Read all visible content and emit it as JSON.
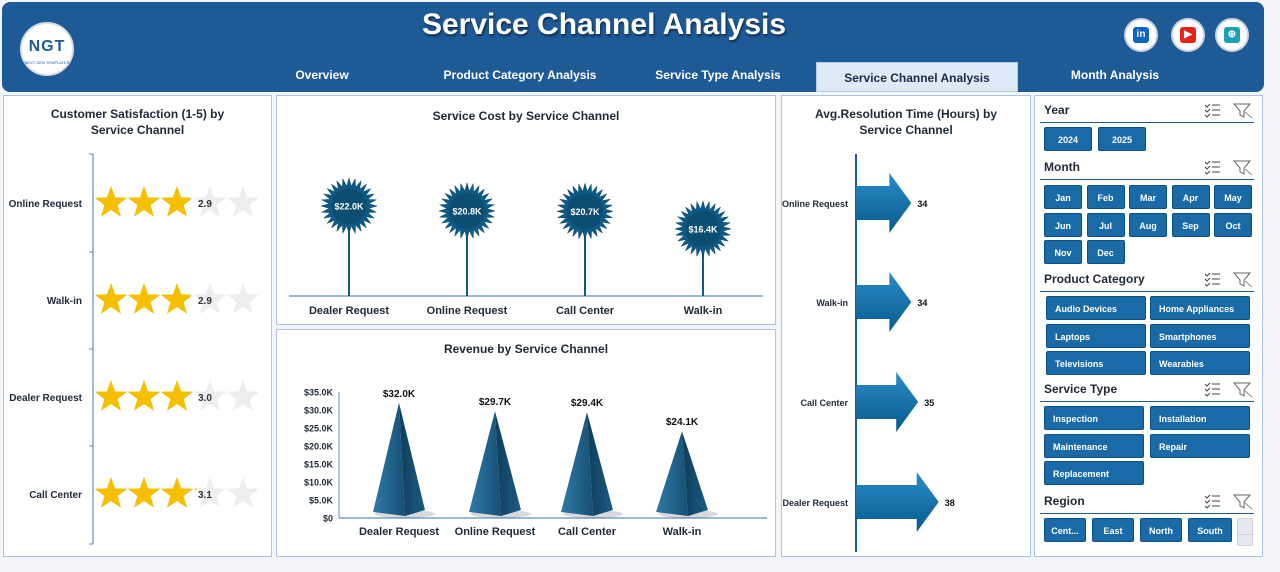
{
  "header": {
    "title": "Service Channel Analysis",
    "logo_text": "NGT",
    "logo_subtext": "NEXT GEN TEMPLATES",
    "social": [
      {
        "name": "linkedin-icon",
        "glyph": "in",
        "color": "#0a66c2"
      },
      {
        "name": "youtube-icon",
        "glyph": "▶",
        "color": "#e62117"
      },
      {
        "name": "web-icon",
        "glyph": "⊕",
        "color": "#1aa1b8"
      }
    ],
    "tabs": [
      "Overview",
      "Product Category Analysis",
      "Service Type Analysis",
      "Service Channel Analysis",
      "Month Analysis"
    ],
    "active_tab": "Service Channel Analysis"
  },
  "slicers": {
    "year": {
      "title": "Year",
      "options": [
        "2024",
        "2025"
      ]
    },
    "month": {
      "title": "Month",
      "options": [
        "Jan",
        "Feb",
        "Mar",
        "Apr",
        "May",
        "Jun",
        "Jul",
        "Aug",
        "Sep",
        "Oct",
        "Nov",
        "Dec"
      ]
    },
    "product_category": {
      "title": "Product Category",
      "options": [
        "Audio Devices",
        "Home Appliances",
        "Laptops",
        "Smartphones",
        "Televisions",
        "Wearables"
      ]
    },
    "service_type": {
      "title": "Service Type",
      "options": [
        "Inspection",
        "Installation",
        "Maintenance",
        "Repair",
        "Replacement"
      ]
    },
    "region": {
      "title": "Region",
      "options": [
        "Cent...",
        "East",
        "North",
        "South"
      ]
    }
  },
  "chart_data": [
    {
      "type": "bar",
      "title": "Customer Satisfaction (1-5) by Service Channel",
      "categories": [
        "Online Request",
        "Walk-in",
        "Dealer Request",
        "Call Center"
      ],
      "values": [
        2.9,
        2.9,
        3.0,
        3.1
      ],
      "labels": [
        "2.9",
        "2.9",
        "3.0",
        "3.1"
      ],
      "max": 5,
      "style": "star-rating",
      "color": "#f5c000"
    },
    {
      "type": "bar",
      "title": "Service Cost by Service Channel",
      "categories": [
        "Dealer Request",
        "Online Request",
        "Call Center",
        "Walk-in"
      ],
      "values": [
        22.0,
        20.8,
        20.7,
        16.4
      ],
      "labels": [
        "$22.0K",
        "$20.8K",
        "$20.7K",
        "$16.4K"
      ],
      "style": "lollipop-burst",
      "color": "#0e5a86"
    },
    {
      "type": "bar",
      "title": "Revenue by Service Channel",
      "categories": [
        "Dealer Request",
        "Online Request",
        "Call Center",
        "Walk-in"
      ],
      "values": [
        32.0,
        29.7,
        29.4,
        24.1
      ],
      "labels": [
        "$32.0K",
        "$29.7K",
        "$29.4K",
        "$24.1K"
      ],
      "ylim": [
        0,
        35
      ],
      "yticks": [
        "$0",
        "$5.0K",
        "$10.0K",
        "$15.0K",
        "$20.0K",
        "$25.0K",
        "$30.0K",
        "$35.0K"
      ],
      "style": "pyramid",
      "color": "#1d5f86"
    },
    {
      "type": "bar",
      "title": "Avg.Resolution Time (Hours) by Service Channel",
      "categories": [
        "Online Request",
        "Walk-in",
        "Call Center",
        "Dealer Request"
      ],
      "values": [
        34,
        34,
        35,
        38
      ],
      "labels": [
        "34",
        "34",
        "35",
        "38"
      ],
      "orientation": "horizontal",
      "style": "arrow",
      "color": "#0b6ea8"
    }
  ]
}
